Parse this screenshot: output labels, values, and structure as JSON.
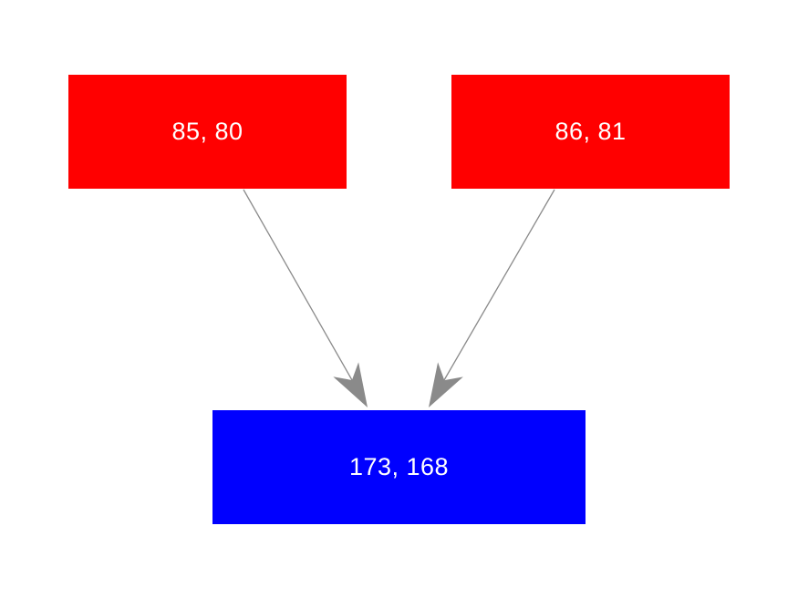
{
  "diagram": {
    "background_color": "#ffffff",
    "node_text_color": "#ffffff",
    "edge_color": "#8a8a8a",
    "nodes": [
      {
        "label": "85, 80",
        "color": "#ff0000",
        "shape": "rectangle"
      },
      {
        "label": "86, 81",
        "color": "#ff0000",
        "shape": "rectangle"
      },
      {
        "label": "173, 168",
        "color": "#0000ff",
        "shape": "rectangle"
      }
    ],
    "edges": [
      {
        "from": "85, 80",
        "to": "173, 168",
        "color": "#8a8a8a",
        "style": "arrow"
      },
      {
        "from": "86, 81",
        "to": "173, 168",
        "color": "#8a8a8a",
        "style": "arrow"
      }
    ]
  }
}
